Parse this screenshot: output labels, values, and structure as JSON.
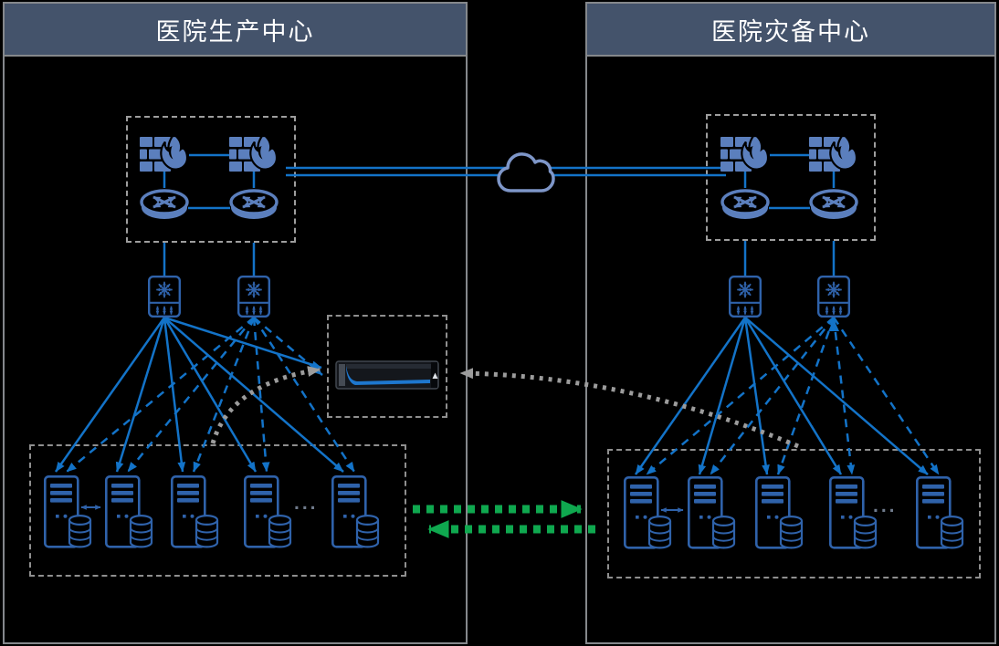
{
  "panels": {
    "production": {
      "title": "医院生产中心"
    },
    "disaster": {
      "title": "医院灾备中心"
    }
  },
  "server_groups": {
    "production": {
      "server_count": 5,
      "ellipsis": "..."
    },
    "disaster": {
      "server_count": 5,
      "ellipsis": "..."
    }
  },
  "icons": {
    "firewall": "firewall-icon",
    "router": "router-icon",
    "core_switch": "core-switch-icon",
    "server": "server-with-disk-icon",
    "cloud": "wan-cloud-icon",
    "storage": "backup-storage-appliance-icon"
  },
  "colors": {
    "background": "#000000",
    "header_bg": "#44536B",
    "panel_border": "#85888C",
    "dashed_box_border": "#9E9E9E",
    "icon_light_blue": "#5B7FBD",
    "icon_blue": "#2F62AA",
    "link_blue": "#1373C8",
    "replication_green": "#0FA84F",
    "backup_gray": "#9C9C9C",
    "cloud_stroke": "#7E96C8"
  }
}
